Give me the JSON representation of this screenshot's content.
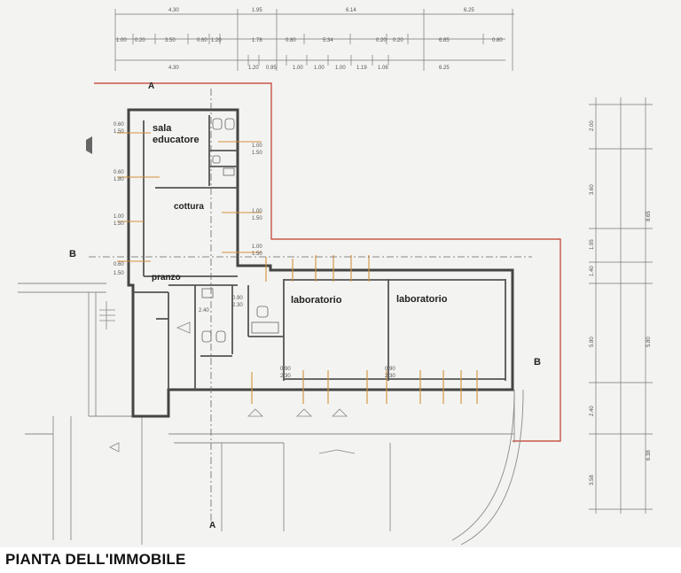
{
  "caption": "PIANTA DELL'IMMOBILE",
  "rooms": {
    "sala_line1": "sala",
    "sala_line2": "educatore",
    "cottura": "cottura",
    "pranzo": "pranzo",
    "lab1": "laboratorio",
    "lab2": "laboratorio"
  },
  "sections": {
    "a": "A",
    "b": "B"
  },
  "dims": {
    "top_row1": [
      "4.30",
      "1.95",
      "6.14",
      "6.25"
    ],
    "top_row2": [
      "1.00",
      "0.20",
      "3.50",
      "0.60",
      "1.20",
      "1.78",
      "0.80",
      "5.34",
      "0.20",
      "0.20",
      "6.85",
      "0.80"
    ],
    "top_row3": [
      "4.30",
      "1.20",
      "0.95",
      "1.00",
      "1.00",
      "1.00",
      "1.19",
      "1.06",
      "6.25"
    ],
    "right_col": [
      "2.00",
      "3.60",
      "1.95",
      "1.40",
      "5.80",
      "2.40",
      "3.58",
      "8.65",
      "5.80",
      "6.38"
    ],
    "win_vals": [
      "0.60",
      "1.50",
      "1.00",
      "1.50",
      "0.90",
      "2.30",
      "1.80",
      "2.40"
    ]
  },
  "colors": {
    "wall": "#444444",
    "thin": "#7a7a7a",
    "boundary": "#c0392b",
    "accent": "#d4913a",
    "paper": "#f3f3f1"
  }
}
